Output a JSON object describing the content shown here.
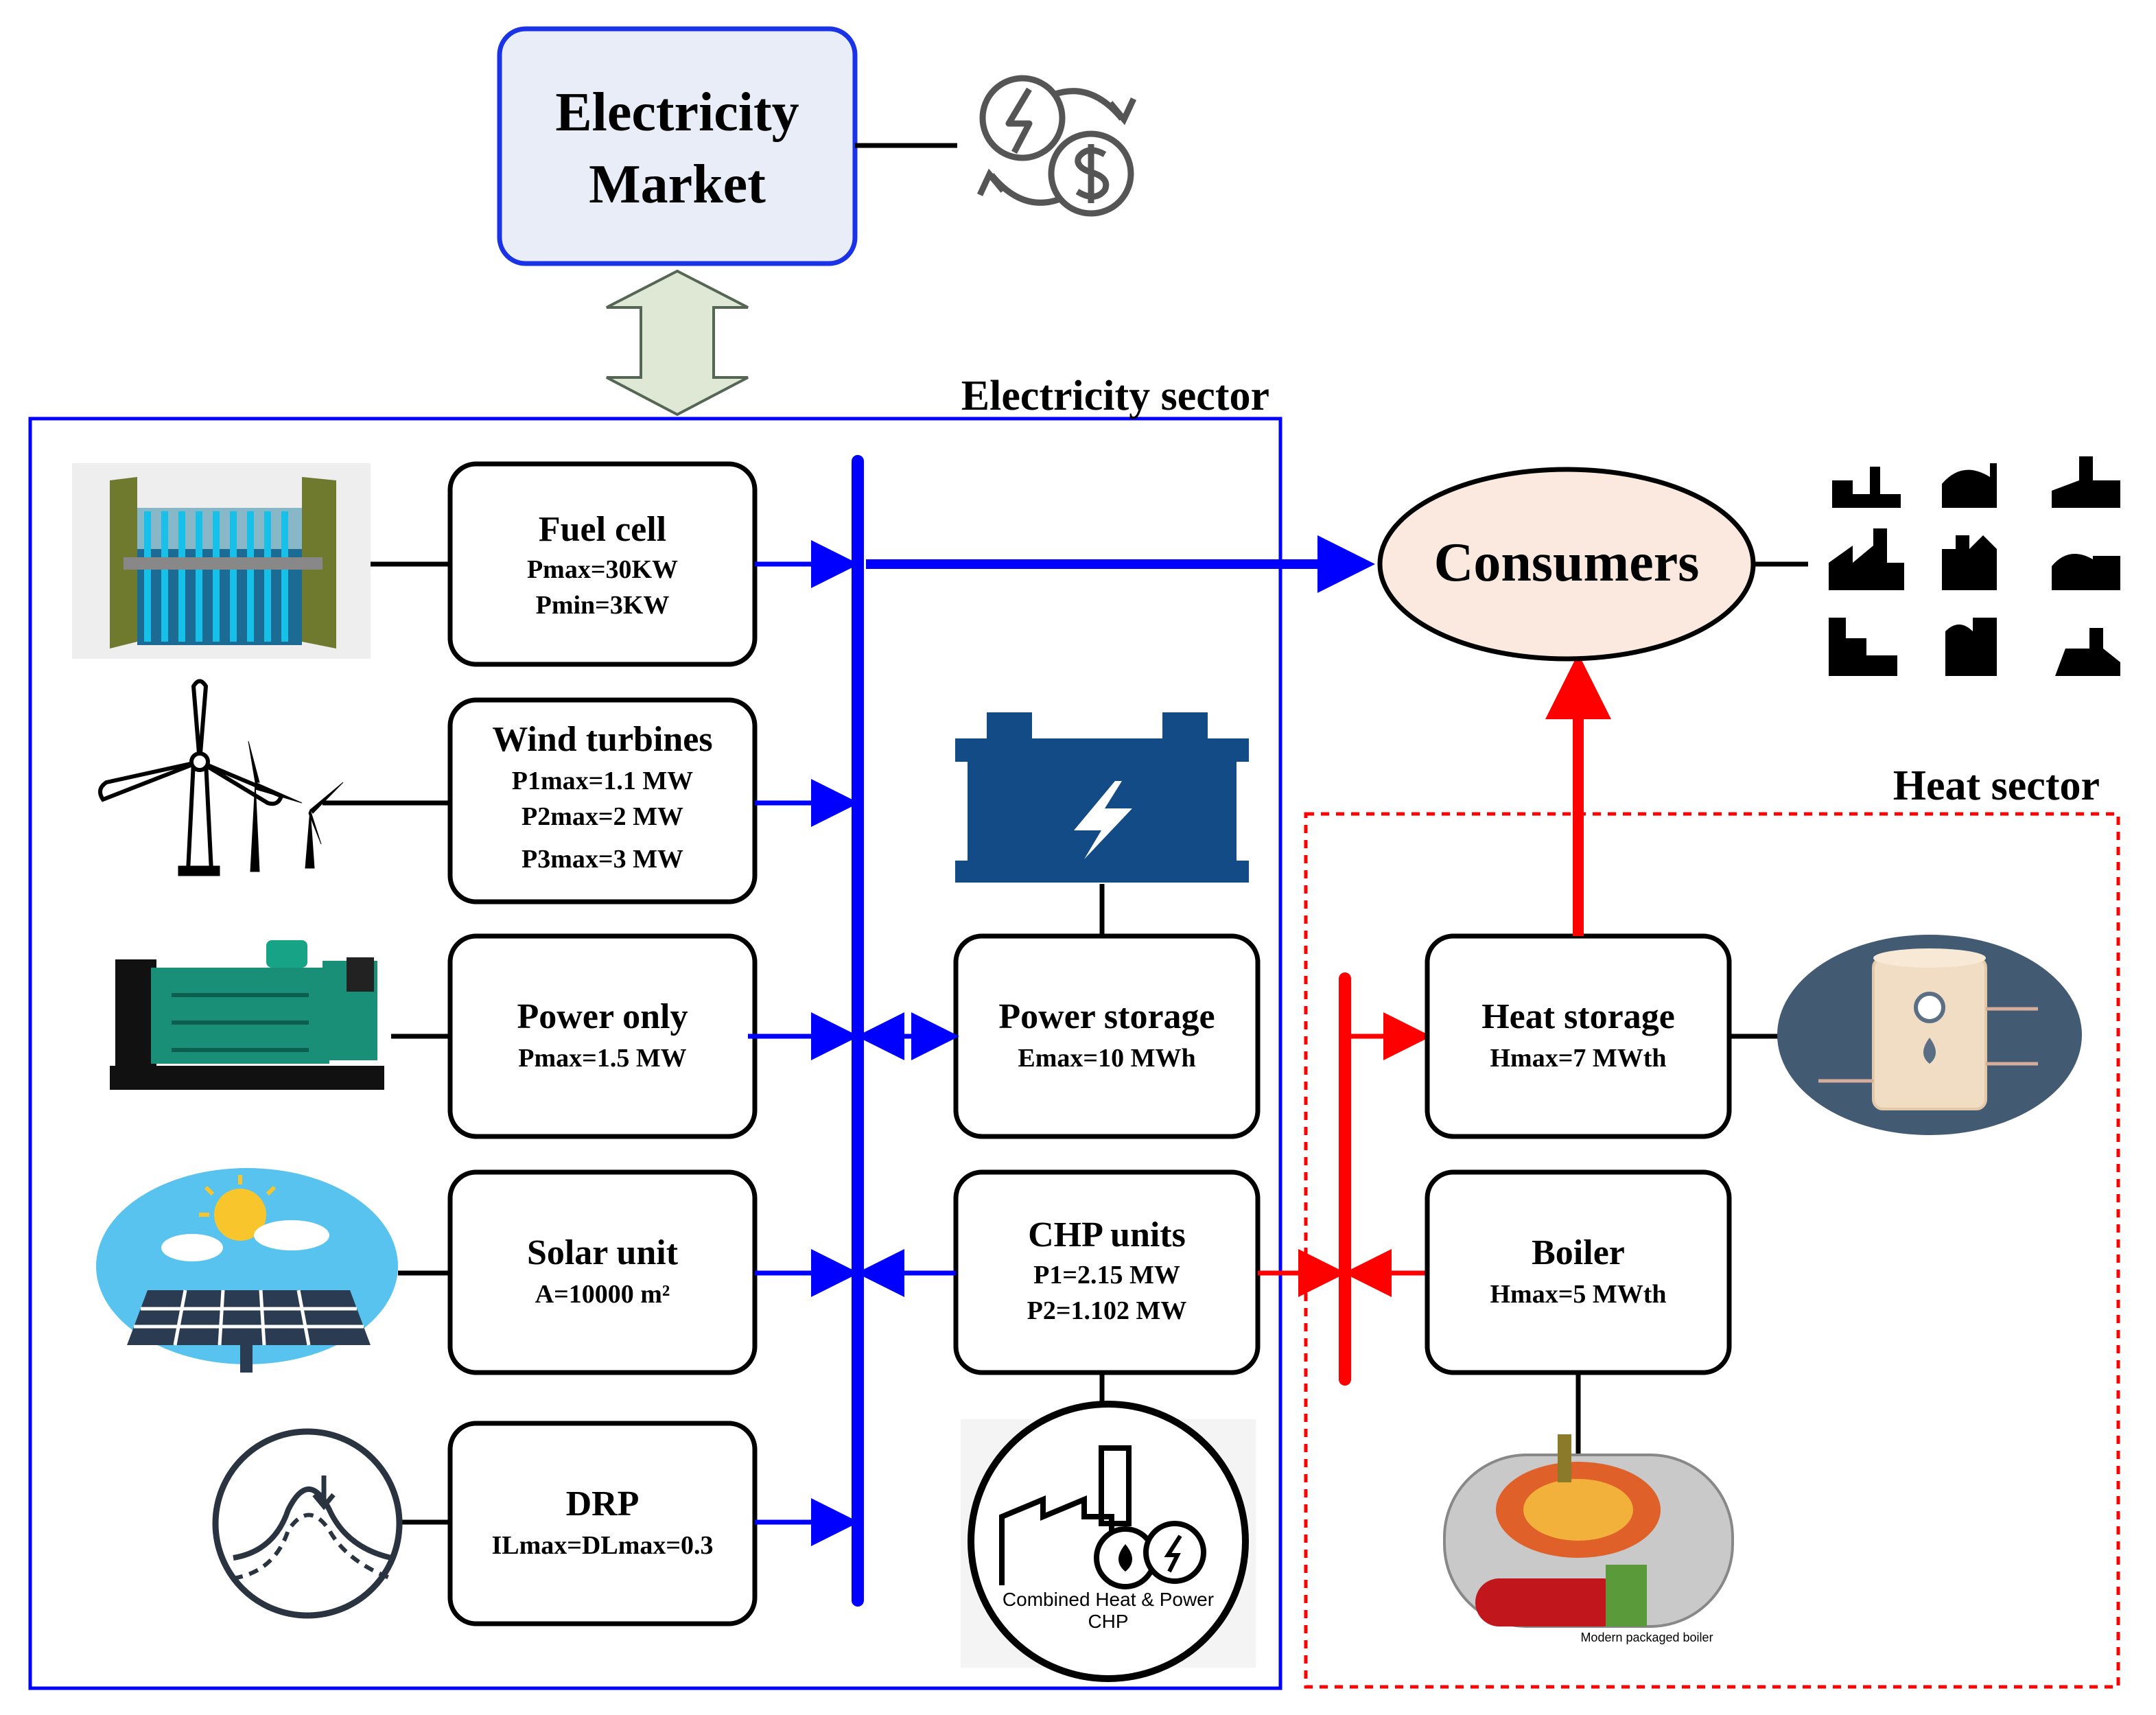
{
  "market": {
    "line1": "Electricity",
    "line2": "Market"
  },
  "sectors": {
    "electricity": "Electricity sector",
    "heat": "Heat sector"
  },
  "consumers": "Consumers",
  "fuel_cell": {
    "title": "Fuel cell",
    "l1": "Pmax=30KW",
    "l2": "Pmin=3KW"
  },
  "wind": {
    "title": "Wind turbines",
    "l1": "P1max=1.1 MW",
    "l2": "P2max=2 MW",
    "l3": "P3max=3 MW"
  },
  "power_only": {
    "title": "Power only",
    "l1": "Pmax=1.5 MW"
  },
  "solar": {
    "title": "Solar unit",
    "l1": "A=10000 m²"
  },
  "drp": {
    "title": "DRP",
    "l1": "ILmax=DLmax=0.3"
  },
  "power_storage": {
    "title": "Power storage",
    "l1": "Emax=10 MWh"
  },
  "chp": {
    "title": "CHP units",
    "l1": "P1=2.15 MW",
    "l2": "P2=1.102 MW"
  },
  "heat_storage": {
    "title": "Heat storage",
    "l1": "Hmax=7 MWth"
  },
  "boiler": {
    "title": "Boiler",
    "l1": "Hmax=5 MWth"
  },
  "chp_icon": {
    "l1": "Combined Heat & Power",
    "l2": "CHP"
  },
  "boiler_caption": "Modern packaged boiler",
  "colors": {
    "electric": "#0000ff",
    "heat": "#ff0000",
    "market_border": "#1a33e6",
    "market_fill": "#e8edf8",
    "consumer_fill": "#fbe9df",
    "battery": "#124b86",
    "tank_bg": "#425a72"
  },
  "icons": [
    "money-exchange-icon",
    "fuel-cell-icon",
    "wind-turbine-icon",
    "generator-icon",
    "solar-panel-icon",
    "demand-response-icon",
    "battery-icon",
    "chp-plant-icon",
    "heat-tank-icon",
    "boiler-icon",
    "factory-icon"
  ]
}
